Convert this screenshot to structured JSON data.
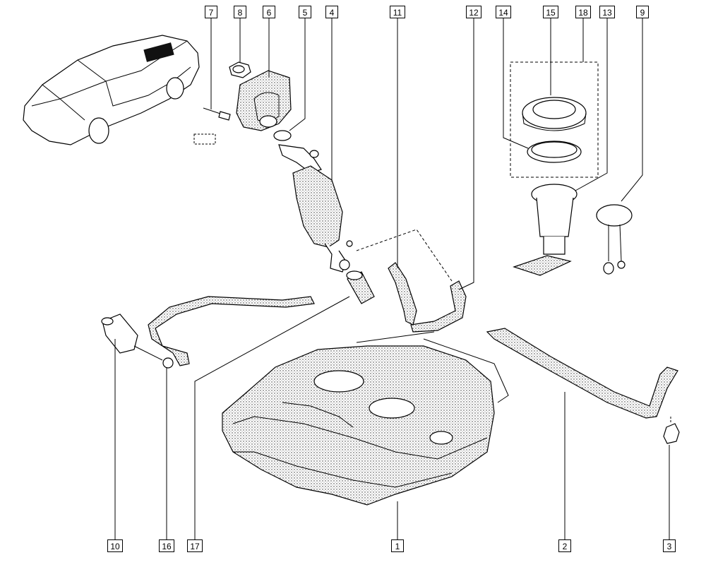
{
  "diagram": {
    "callouts": [
      {
        "id": "c7",
        "text": "7"
      },
      {
        "id": "c8",
        "text": "8"
      },
      {
        "id": "c6",
        "text": "6"
      },
      {
        "id": "c5",
        "text": "5"
      },
      {
        "id": "c4",
        "text": "4"
      },
      {
        "id": "c11",
        "text": "11"
      },
      {
        "id": "c12",
        "text": "12"
      },
      {
        "id": "c14",
        "text": "14"
      },
      {
        "id": "c15",
        "text": "15"
      },
      {
        "id": "c18",
        "text": "18"
      },
      {
        "id": "c13",
        "text": "13"
      },
      {
        "id": "c9",
        "text": "9"
      },
      {
        "id": "c10",
        "text": "10"
      },
      {
        "id": "c16",
        "text": "16"
      },
      {
        "id": "c17",
        "text": "17"
      },
      {
        "id": "c1",
        "text": "1"
      },
      {
        "id": "c2",
        "text": "2"
      },
      {
        "id": "c3",
        "text": "3"
      }
    ]
  }
}
